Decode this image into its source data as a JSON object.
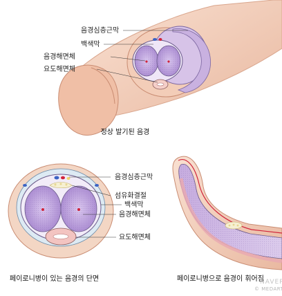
{
  "labels": {
    "top": {
      "muscle_layer": "음경심층근막",
      "tunica": "백색막",
      "corpus_cavernosum": "음경해면체",
      "corpus_spongiosum": "요도해면체"
    },
    "bottom_left": {
      "muscle_layer": "음경심층근막",
      "fibrous_plaque": "섬유화결절",
      "tunica": "백색막",
      "corpus_cavernosum": "음경해면체",
      "corpus_spongiosum": "요도해면체"
    }
  },
  "captions": {
    "top": "정상 발기된 음경",
    "bottom_left": "페이로니병이 있는 음경의 단면",
    "bottom_right": "페이로니병으로 음경이 휘어짐"
  },
  "watermark": {
    "brand": "NAVER",
    "sub": "© MEDART"
  },
  "colors": {
    "skin": "#f4d3c0",
    "skin_dark": "#e0ab92",
    "tunica": "#cdb6e0",
    "cavernosum": "#b79ad8",
    "spongiosum": "#f1c6c6",
    "outline": "#6a5a8a"
  }
}
